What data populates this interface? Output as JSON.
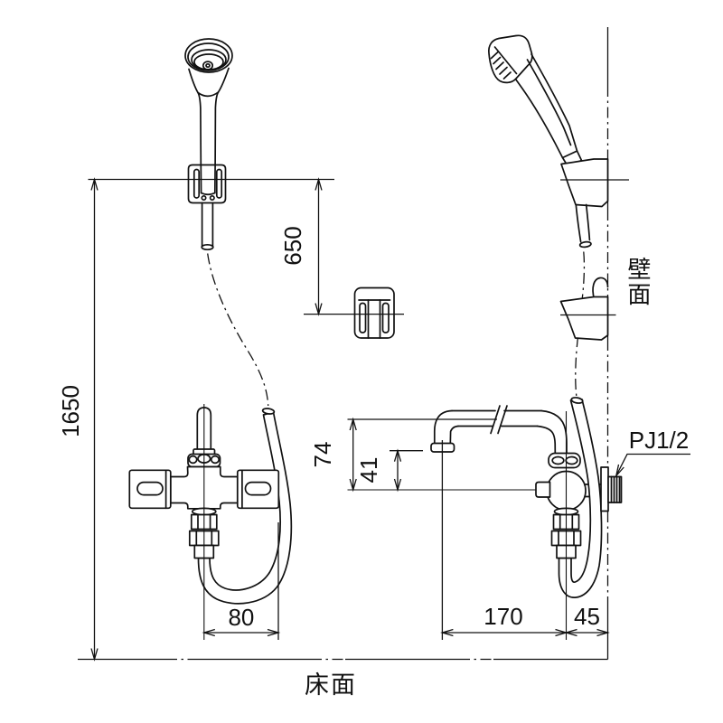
{
  "page": {
    "background": "#ffffff",
    "line_color": "#111111"
  },
  "dimensions": {
    "total_height_mm": "1650",
    "hanger_drop_mm": "650",
    "center_to_hose_mm": "80",
    "pipe_top_to_center_mm": "74",
    "outlet_to_center_mm": "41",
    "spout_reach_mm": "170",
    "wall_to_center_mm": "45"
  },
  "labels": {
    "wall_surface": "壁面",
    "floor_surface": "床面",
    "pipe_thread": "PJ1/2"
  }
}
